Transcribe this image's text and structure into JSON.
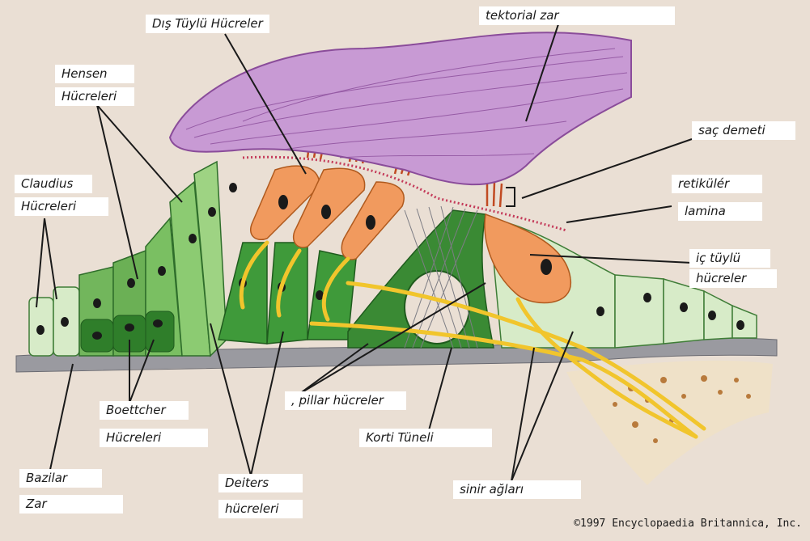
{
  "labels": {
    "dis_tuylu_hucreler": "Dış Tüylü Hücreler",
    "tektorial_zar": "tektorial zar",
    "hensen_1": "Hensen",
    "hensen_2": "Hücreleri",
    "sac_demeti": "saç demeti",
    "claudius_1": "Claudius",
    "claudius_2": "Hücreleri",
    "retikuler_1": "retikülér",
    "retikuler_2": "lamina",
    "ic_tuylu_1": "iç tüylü",
    "ic_tuylu_2": "hücreler",
    "pillar_hucreler": ", pillar hücreler",
    "boettcher_1": "Boettcher",
    "boettcher_2": "Hücreleri",
    "korti_tuneli": "Korti Tüneli",
    "bazilar_1": "Bazilar",
    "bazilar_2": "Zar",
    "deiters_1": "Deiters",
    "deiters_2": "hücreleri",
    "sinir_aglari": "sinir ağları"
  },
  "copyright": "©1997 Encyclopaedia Britannica, Inc.",
  "colors": {
    "background": "#eadfd4",
    "tectorial": "#c38ad0",
    "green_dark": "#3f9a3a",
    "green_mid": "#74b85e",
    "green_light": "#cfe6bf",
    "hair_cell": "#f19a5e",
    "nerve": "#f1c52c",
    "basilar": "#8f8f95"
  }
}
